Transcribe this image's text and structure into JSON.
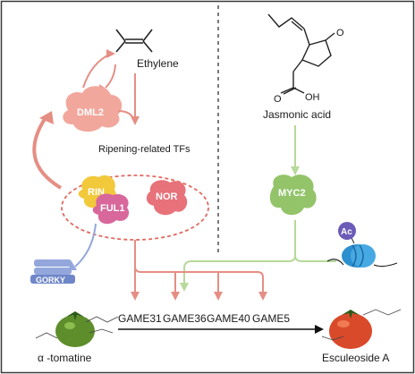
{
  "labels": {
    "ethylene": "Ethylene",
    "jasmonic_acid": "Jasmonic acid",
    "ripening_tfs": "Ripening-related TFs",
    "dml2": "DML2",
    "rin": "RIN",
    "ful1": "FUL1",
    "nor": "NOR",
    "myc2": "MYC2",
    "ac": "Ac",
    "gorky": "GORKY",
    "game31": "GAME31",
    "game36": "GAME36",
    "game40": "GAME40",
    "game5": "GAME5",
    "alpha_tomatine": "α -tomatine",
    "esculeoside_a": "Esculeoside A",
    "oh": "OH",
    "o_ketone": "O",
    "o_acid": "O"
  },
  "colors": {
    "ethylene_arrow": "#e58e84",
    "dml2_blob": "#f2a79d",
    "jasmonate_arrow": "#b7d99a",
    "myc2_blob": "#93c46a",
    "rin_blob": "#f2c93b",
    "ful1_blob": "#d8679b",
    "nor_blob": "#e7727a",
    "ac_badge": "#6d5bb8",
    "gorky_bar": "#93a7dc",
    "cluster_outline": "#e06a62",
    "tomato_green": "#5d8e2b",
    "tomato_red": "#d94a2a"
  }
}
